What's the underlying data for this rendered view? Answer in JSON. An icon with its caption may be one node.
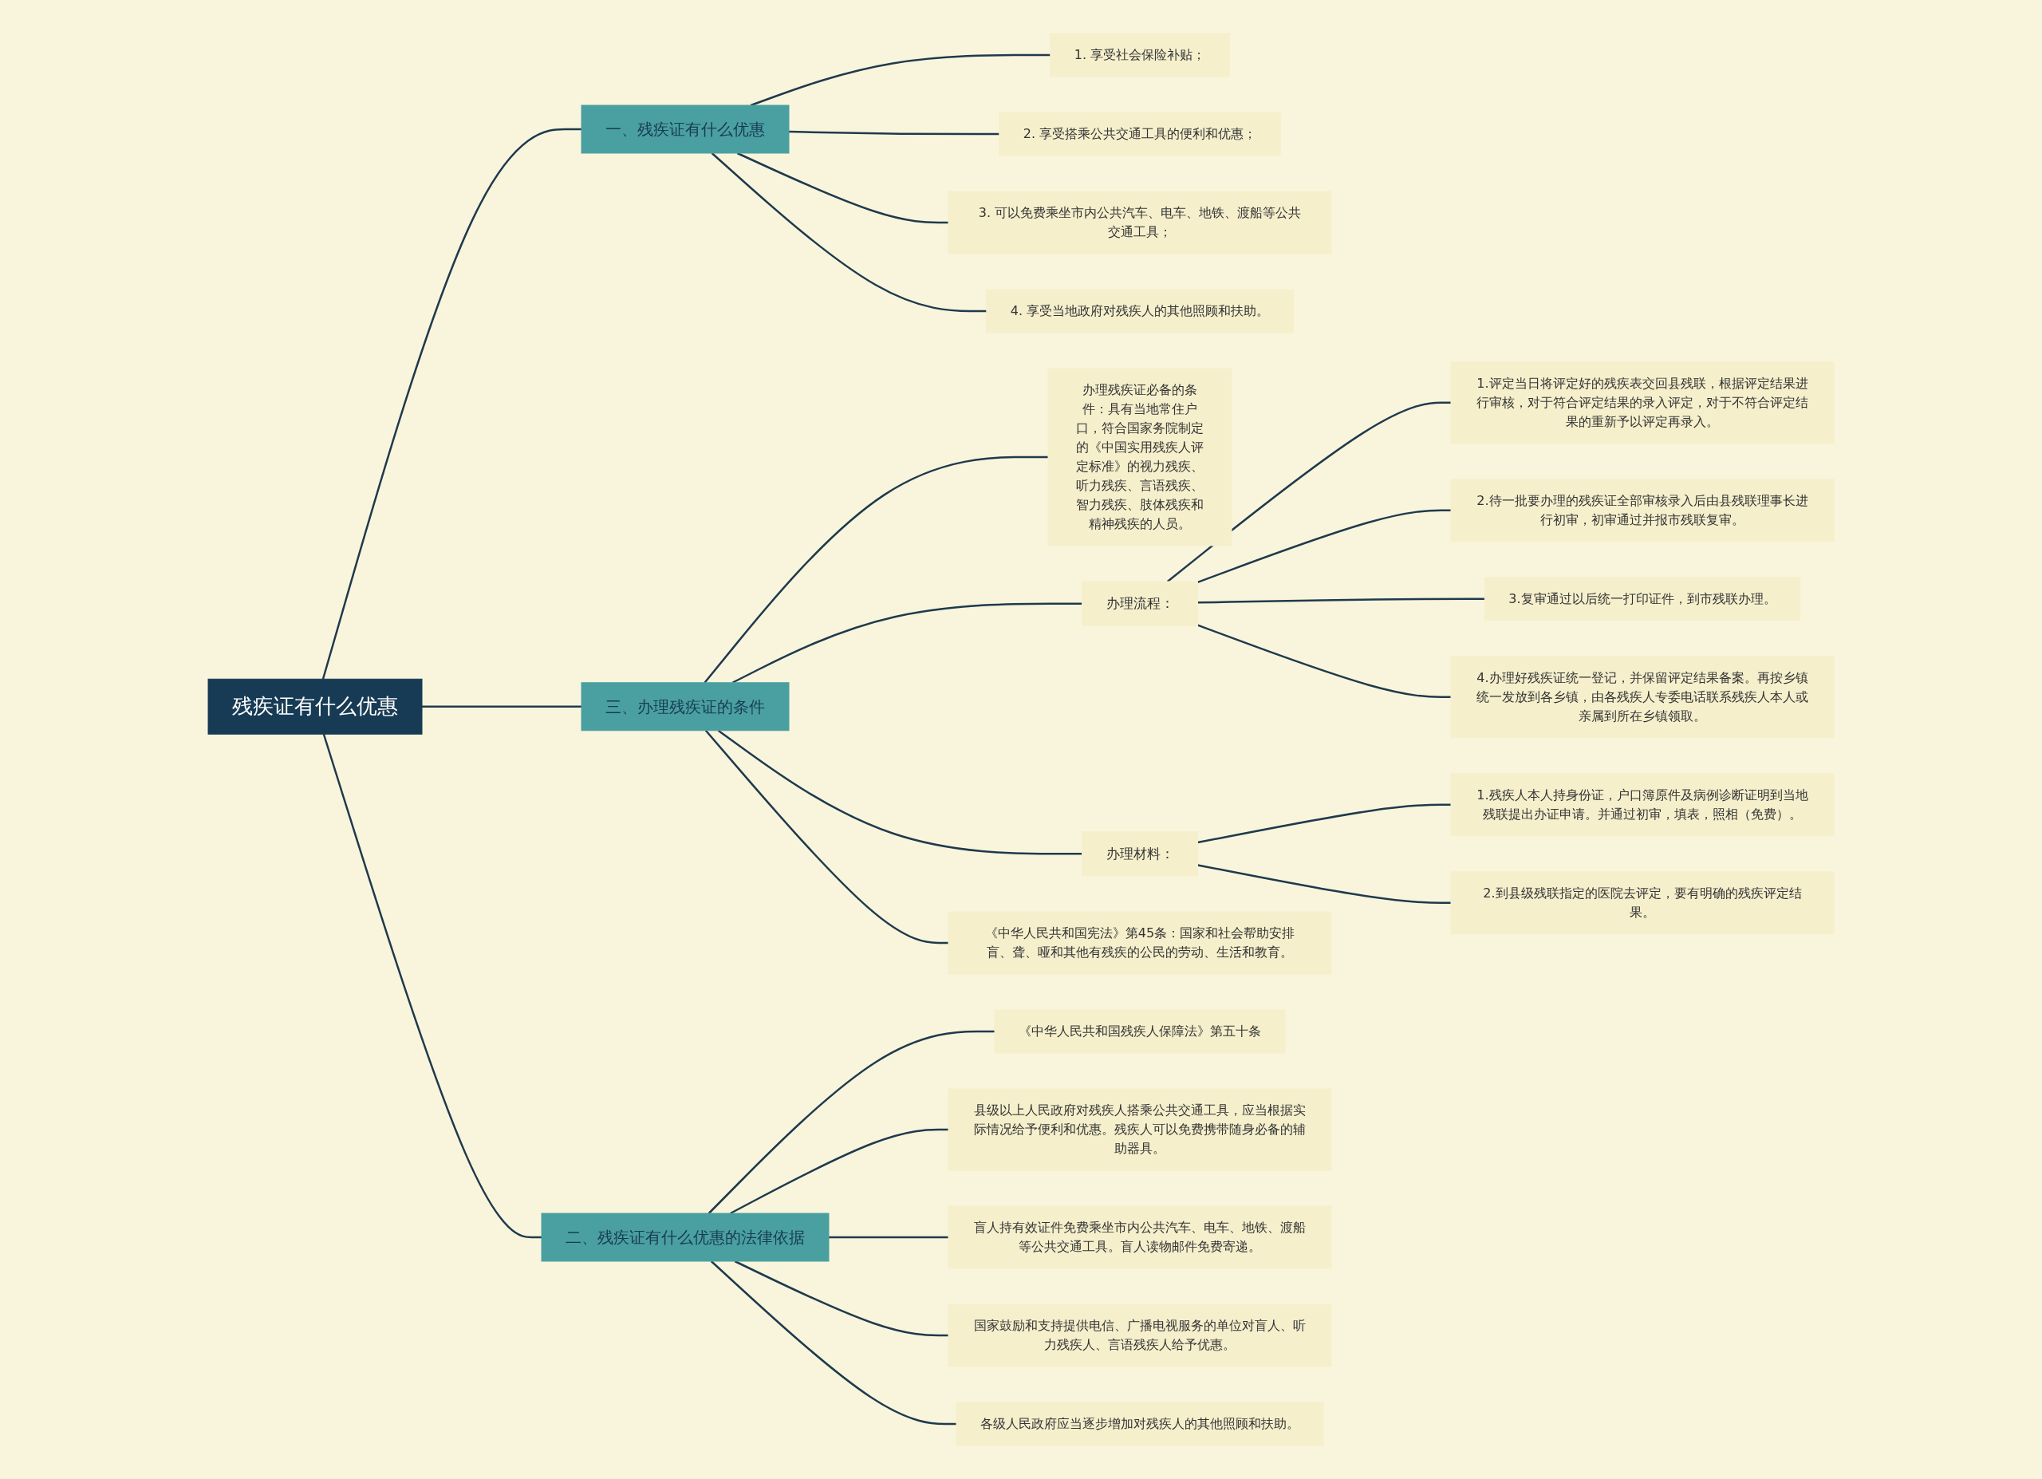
{
  "diagram": {
    "nodes": [
      {
        "text": [
          "残疾证有什么优惠"
        ]
      },
      {
        "text": [
          "一、残疾证有什么优惠"
        ]
      },
      {
        "text": [
          "1. 享受社会保险补贴；"
        ]
      },
      {
        "text": [
          "2. 享受搭乘公共交通工具的便利和优惠；"
        ]
      },
      {
        "text": [
          "3. 可以免费乘坐市内公共汽车、电车、地铁、渡船等公共交通工具；"
        ]
      },
      {
        "text": [
          "4. 享受当地政府对残疾人的其他照顾和扶助。"
        ]
      },
      {
        "text": [
          "三、办理残疾证的条件"
        ]
      },
      {
        "text": [
          "办理残疾证必备的条件：具有当地常住户口，符合国家务院制定的《中国实用残疾人评定标准》的视力残疾、听力残疾、言语残疾、智力残疾、肢体残疾和精神残疾的人员。"
        ]
      },
      {
        "text": [
          "办理流程："
        ]
      },
      {
        "text": [
          "1.评定当日将评定好的残疾表交回县残联，根据评定结果进行审核，对于符合评定结果的录入评定，对于不符合评定结果的重新予以评定再录入。"
        ]
      },
      {
        "text": [
          "2.待一批要办理的残疾证全部审核录入后由县残联理事长进行初审，初审通过并报市残联复审。"
        ]
      },
      {
        "text": [
          "3.复审通过以后统一打印证件，到市残联办理。"
        ]
      },
      {
        "text": [
          "4.办理好残疾证统一登记，并保留评定结果备案。再按乡镇统一发放到各乡镇，由各残疾人专委电话联系残疾人本人或亲属到所在乡镇领取。"
        ]
      },
      {
        "text": [
          "办理材料："
        ]
      },
      {
        "text": [
          "1.残疾人本人持身份证，户口簿原件及病例诊断证明到当地残联提出办证申请。并通过初审，填表，照相（免费）。"
        ]
      },
      {
        "text": [
          "2.到县级残联指定的医院去评定，要有明确的残疾评定结果。"
        ]
      },
      {
        "text": [
          "《中华人民共和国宪法》第45条：国家和社会帮助安排盲、聋、哑和其他有残疾的公民的劳动、生活和教育。"
        ]
      },
      {
        "text": [
          "二、残疾证有什么优惠的法律依据"
        ]
      },
      {
        "text": [
          "《中华人民共和国残疾人保障法》第五十条"
        ]
      },
      {
        "text": [
          "县级以上人民政府对残疾人搭乘公共交通工具，应当根据实际情况给予便利和优惠。残疾人可以免费携带随身必备的辅助器具。"
        ]
      },
      {
        "text": [
          "盲人持有效证件免费乘坐市内公共汽车、电车、地铁、渡船等公共交通工具。盲人读物邮件免费寄递。"
        ]
      },
      {
        "text": [
          "国家鼓励和支持提供电信、广播电视服务的单位对盲人、听力残疾人、言语残疾人给予优惠。"
        ]
      },
      {
        "text": [
          "各级人民政府应当逐步增加对残疾人的其他照顾和扶助。"
        ]
      }
    ],
    "edges": [
      {
        "from": 0,
        "to": 1,
        "arrow": "none"
      },
      {
        "from": 1,
        "to": 2,
        "arrow": "none"
      },
      {
        "from": 1,
        "to": 3,
        "arrow": "none"
      },
      {
        "from": 1,
        "to": 4,
        "arrow": "none"
      },
      {
        "from": 1,
        "to": 5,
        "arrow": "none"
      },
      {
        "from": 0,
        "to": 6,
        "arrow": "none"
      },
      {
        "from": 6,
        "to": 7,
        "arrow": "none"
      },
      {
        "from": 6,
        "to": 8,
        "arrow": "none"
      },
      {
        "from": 8,
        "to": 9,
        "arrow": "none"
      },
      {
        "from": 8,
        "to": 10,
        "arrow": "none"
      },
      {
        "from": 8,
        "to": 11,
        "arrow": "none"
      },
      {
        "from": 8,
        "to": 12,
        "arrow": "none"
      },
      {
        "from": 6,
        "to": 13,
        "arrow": "none"
      },
      {
        "from": 13,
        "to": 14,
        "arrow": "none"
      },
      {
        "from": 13,
        "to": 15,
        "arrow": "none"
      },
      {
        "from": 6,
        "to": 16,
        "arrow": "none"
      },
      {
        "from": 0,
        "to": 17,
        "arrow": "none"
      },
      {
        "from": 17,
        "to": 18,
        "arrow": "none"
      },
      {
        "from": 17,
        "to": 19,
        "arrow": "none"
      },
      {
        "from": 17,
        "to": 20,
        "arrow": "none"
      },
      {
        "from": 17,
        "to": 21,
        "arrow": "none"
      },
      {
        "from": 17,
        "to": 22,
        "arrow": "none"
      }
    ]
  }
}
